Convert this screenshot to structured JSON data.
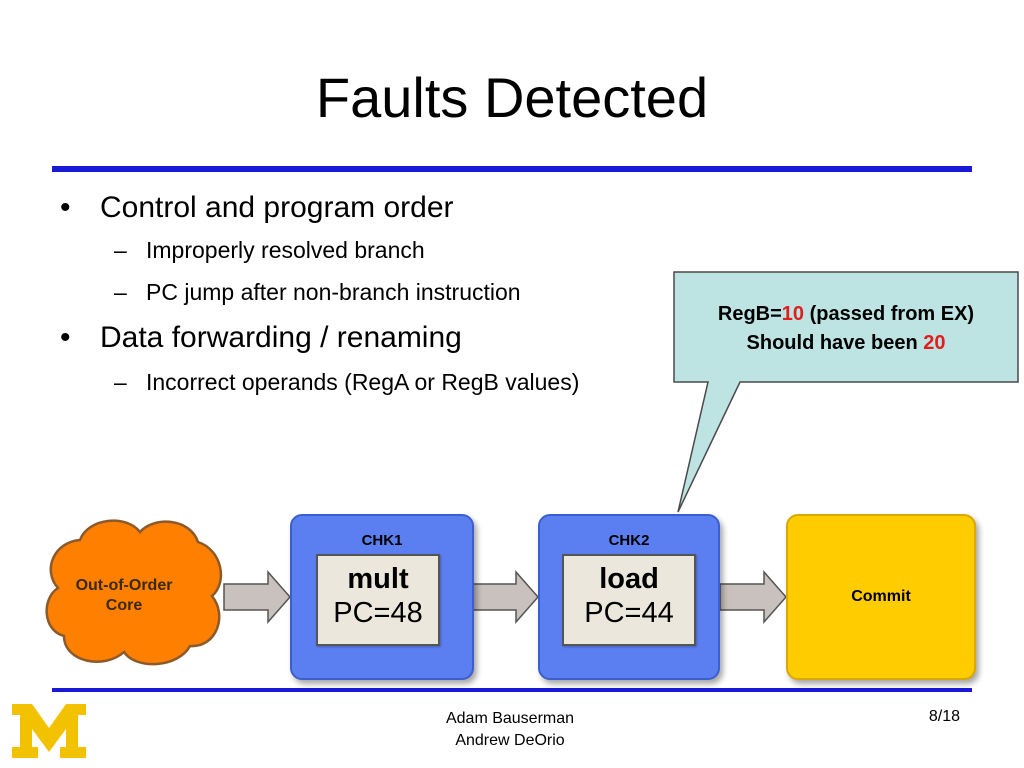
{
  "slide": {
    "title": "Faults Detected",
    "bullets": [
      {
        "text": "Control and program order",
        "subs": [
          "Improperly resolved branch",
          "PC jump after non-branch instruction"
        ]
      },
      {
        "text": "Data forwarding / renaming",
        "subs": [
          "Incorrect operands (RegA or RegB values)"
        ]
      }
    ],
    "bullet_marker": "•",
    "sub_marker": "–"
  },
  "callout": {
    "line1_prefix": "RegB=",
    "line1_value": "10",
    "line1_suffix": " (passed from EX)",
    "line2_prefix": "Should have been ",
    "line2_value": "20"
  },
  "pipeline": {
    "core_label_line1": "Out-of-Order",
    "core_label_line2": "Core",
    "stages": [
      {
        "label": "CHK1",
        "op": "mult",
        "pc": "PC=48"
      },
      {
        "label": "CHK2",
        "op": "load",
        "pc": "PC=44"
      }
    ],
    "commit_label": "Commit"
  },
  "footer": {
    "author1": "Adam Bauserman",
    "author2": "Andrew DeOrio",
    "page": "8/18"
  },
  "colors": {
    "rule": "#1a1ad6",
    "stage_fill": "#5b7ff0",
    "commit_fill": "#ffcc00",
    "core_fill": "#ff7f00",
    "callout_fill": "#bde3e3",
    "highlight": "#e11d1d",
    "logo": "#f2c200"
  }
}
